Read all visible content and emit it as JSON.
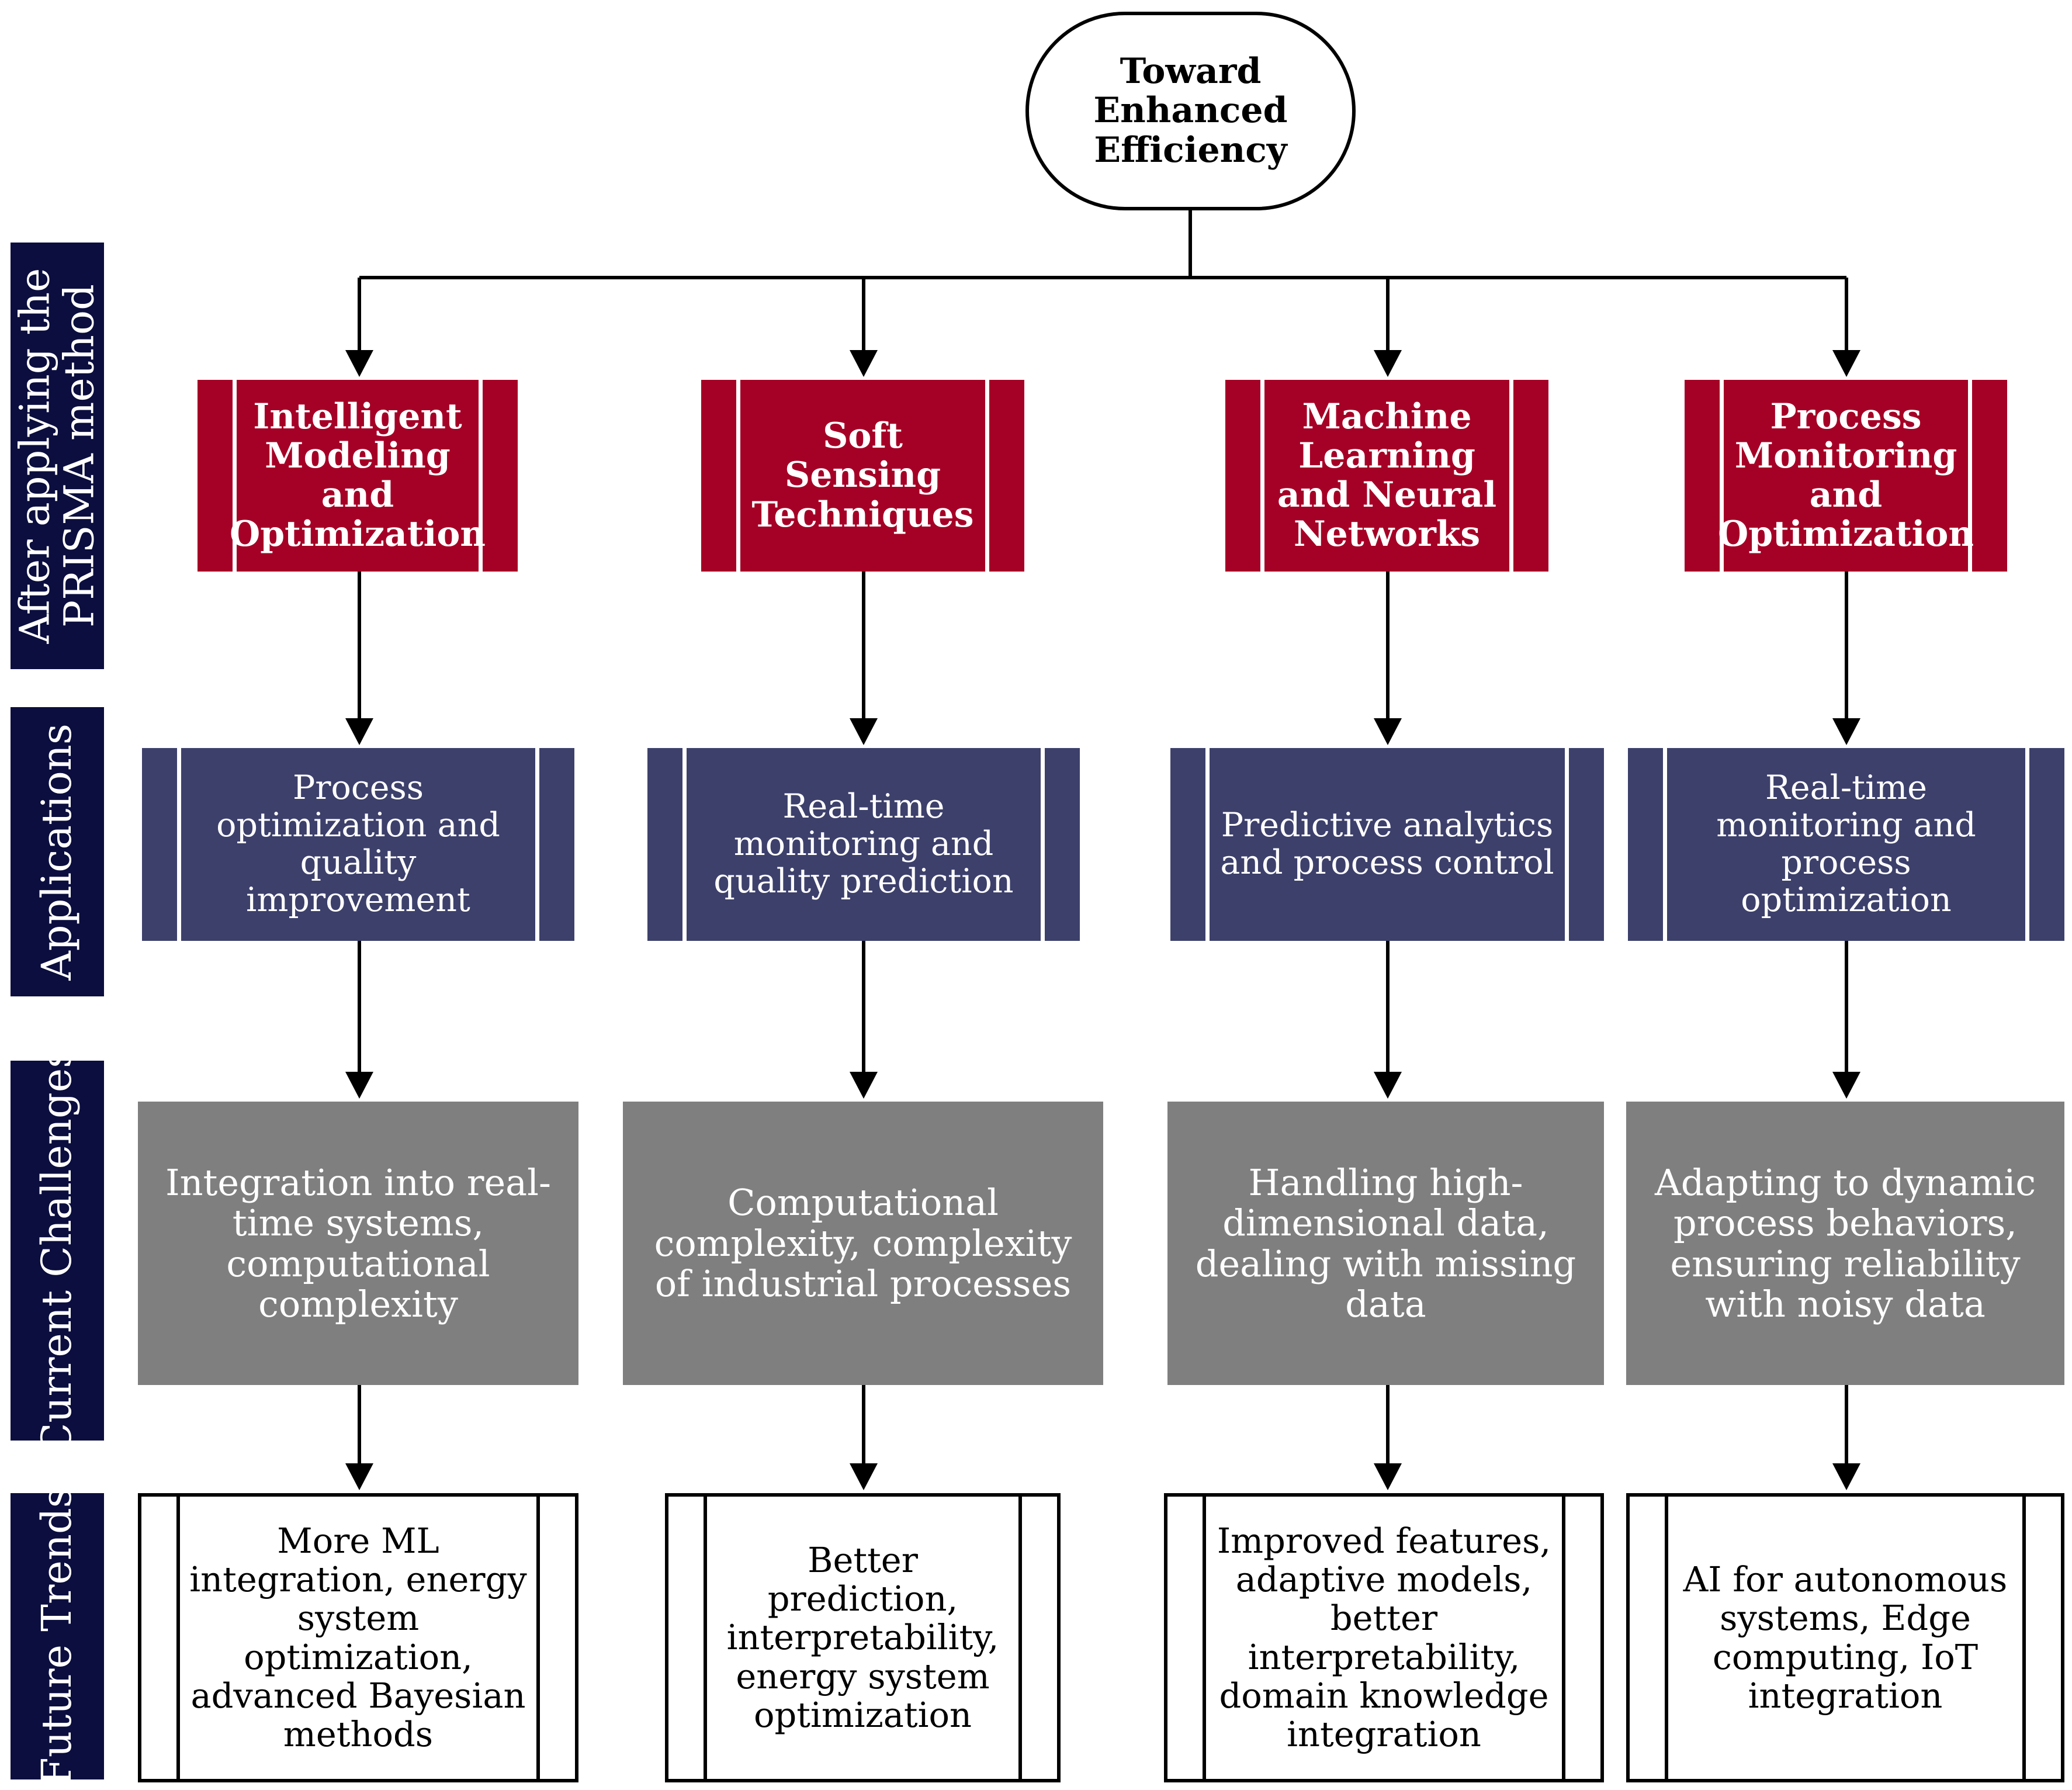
{
  "title": "Toward Enhanced Efficiency",
  "row_labels": {
    "methods": [
      "After applying the",
      "PRISMA method"
    ],
    "applications": "Applications",
    "challenges": "Current Challenges",
    "trends": "Future Trends"
  },
  "columns": [
    {
      "method": "Intelligent Modeling and Optimization",
      "application": "Process optimization and quality improvement",
      "challenge": "Integration into real-time systems, computational complexity",
      "trend": "More ML integration, energy system optimization, advanced Bayesian methods"
    },
    {
      "method": "Soft Sensing Techniques",
      "application": "Real-time monitoring and quality prediction",
      "challenge": "Computational complexity, complexity of industrial processes",
      "trend": "Better prediction, interpretability, energy system optimization"
    },
    {
      "method": "Machine Learning and Neural Networks",
      "application": "Predictive analytics and process control",
      "challenge": "Handling high-dimensional data, dealing with missing data",
      "trend": "Improved features, adaptive models, better interpretability, domain knowledge integration"
    },
    {
      "method": "Process Monitoring and Optimization",
      "application": "Real-time monitoring and process optimization",
      "challenge": "Adapting to dynamic process behaviors, ensuring reliability with noisy data",
      "trend": "AI for autonomous systems, Edge computing, IoT integration"
    }
  ],
  "colors": {
    "row_label_bg": "#0b0e3e",
    "method_bg": "#a50026",
    "application_bg": "#3d406b",
    "challenge_bg": "#7f7f7f",
    "trend_bg": "#ffffff",
    "connector": "#000000"
  }
}
